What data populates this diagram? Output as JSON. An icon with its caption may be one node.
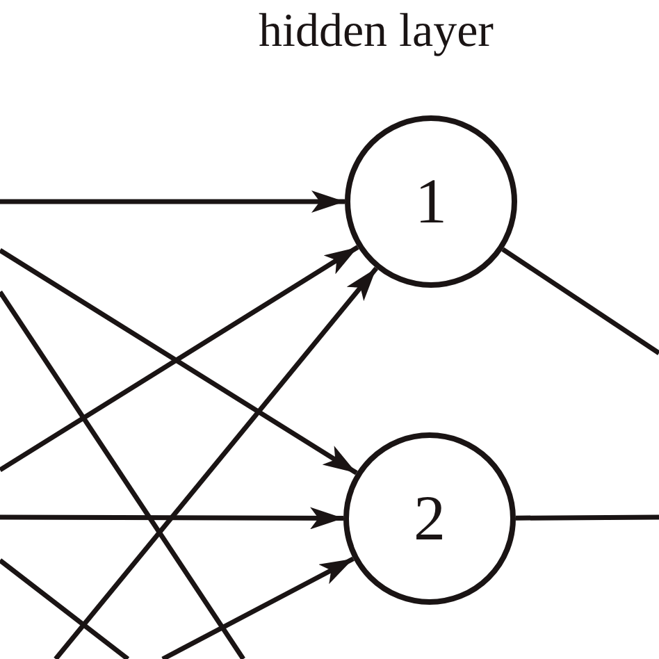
{
  "diagram": {
    "nodes": [
      {
        "text": [
          "1"
        ]
      },
      {
        "text": [
          "2"
        ]
      }
    ],
    "edges": [
      {
        "from": null,
        "to": 0,
        "arrow": "to"
      },
      {
        "from": null,
        "to": 1,
        "arrow": "to"
      },
      {
        "from": null,
        "to": 0,
        "arrow": "to"
      },
      {
        "from": null,
        "to": 1,
        "arrow": "to"
      },
      {
        "from": null,
        "to": 0,
        "arrow": "to"
      },
      {
        "from": null,
        "to": 1,
        "arrow": "to"
      },
      {
        "from": 0,
        "to": null,
        "arrow": "none"
      },
      {
        "from": 1,
        "to": null,
        "arrow": "none"
      }
    ],
    "labels": [
      "hidden layer"
    ]
  }
}
